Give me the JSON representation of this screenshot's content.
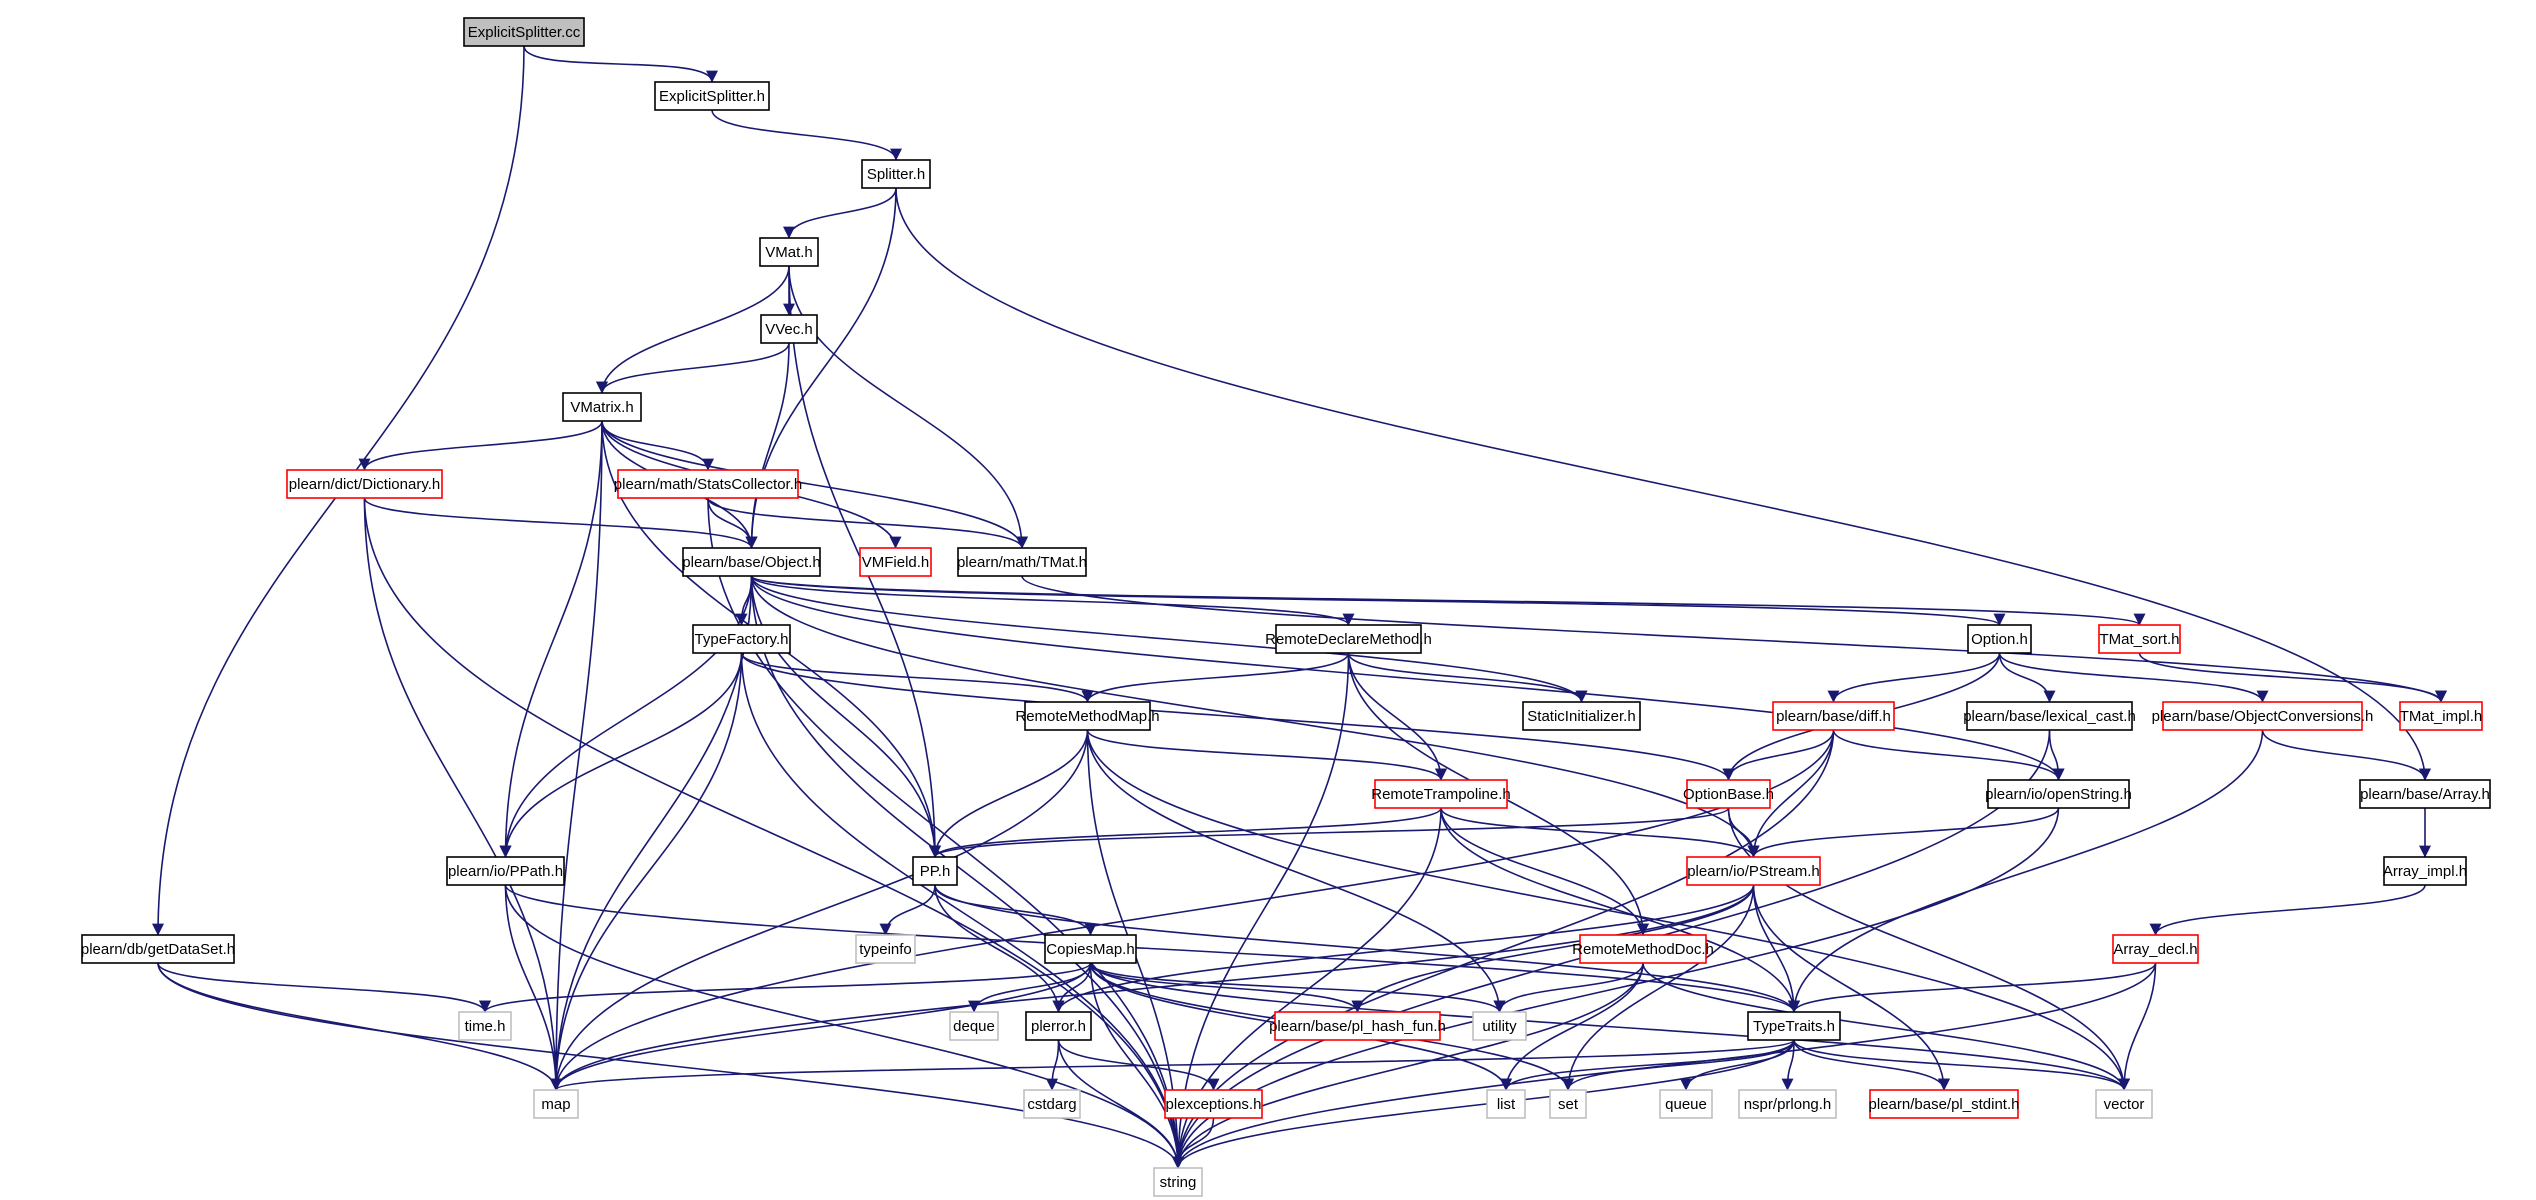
{
  "colors": {
    "root_fill": "#bfbfbf",
    "normal_border": "#000000",
    "truncated_border": "#ff0000",
    "system_border": "#bfbfbf",
    "edge": "#191970",
    "background": "#ffffff"
  },
  "nodes": [
    {
      "id": "explicitsplitter-cc",
      "label": "ExplicitSplitter.cc",
      "kind": "root"
    },
    {
      "id": "explicitsplitter-h",
      "label": "ExplicitSplitter.h",
      "kind": "normal"
    },
    {
      "id": "splitter-h",
      "label": "Splitter.h",
      "kind": "normal"
    },
    {
      "id": "vmat-h",
      "label": "VMat.h",
      "kind": "normal"
    },
    {
      "id": "vvec-h",
      "label": "VVec.h",
      "kind": "normal"
    },
    {
      "id": "vmatrix-h",
      "label": "VMatrix.h",
      "kind": "normal"
    },
    {
      "id": "dictionary-h",
      "label": "plearn/dict/Dictionary.h",
      "kind": "truncated"
    },
    {
      "id": "statscollector-h",
      "label": "plearn/math/StatsCollector.h",
      "kind": "truncated"
    },
    {
      "id": "object-h",
      "label": "plearn/base/Object.h",
      "kind": "normal"
    },
    {
      "id": "vmfield-h",
      "label": "VMField.h",
      "kind": "truncated"
    },
    {
      "id": "tmat-h",
      "label": "plearn/math/TMat.h",
      "kind": "normal"
    },
    {
      "id": "typefactory-h",
      "label": "TypeFactory.h",
      "kind": "normal"
    },
    {
      "id": "remotedeclaremethod-h",
      "label": "RemoteDeclareMethod.h",
      "kind": "normal"
    },
    {
      "id": "option-h",
      "label": "Option.h",
      "kind": "normal"
    },
    {
      "id": "tmat-sort-h",
      "label": "TMat_sort.h",
      "kind": "truncated"
    },
    {
      "id": "tmat-impl-h",
      "label": "TMat_impl.h",
      "kind": "truncated"
    },
    {
      "id": "remotemethodmap-h",
      "label": "RemoteMethodMap.h",
      "kind": "normal"
    },
    {
      "id": "staticinitializer-h",
      "label": "StaticInitializer.h",
      "kind": "normal"
    },
    {
      "id": "diff-h",
      "label": "plearn/base/diff.h",
      "kind": "truncated"
    },
    {
      "id": "lexical-cast-h",
      "label": "plearn/base/lexical_cast.h",
      "kind": "normal"
    },
    {
      "id": "objectconversions-h",
      "label": "plearn/base/ObjectConversions.h",
      "kind": "truncated"
    },
    {
      "id": "array-h",
      "label": "plearn/base/Array.h",
      "kind": "normal"
    },
    {
      "id": "remotetrampoline-h",
      "label": "RemoteTrampoline.h",
      "kind": "truncated"
    },
    {
      "id": "optionbase-h",
      "label": "OptionBase.h",
      "kind": "truncated"
    },
    {
      "id": "openstring-h",
      "label": "plearn/io/openString.h",
      "kind": "normal"
    },
    {
      "id": "array-impl-h",
      "label": "Array_impl.h",
      "kind": "normal"
    },
    {
      "id": "ppath-h",
      "label": "plearn/io/PPath.h",
      "kind": "normal"
    },
    {
      "id": "pp-h",
      "label": "PP.h",
      "kind": "normal"
    },
    {
      "id": "pstream-h",
      "label": "plearn/io/PStream.h",
      "kind": "truncated"
    },
    {
      "id": "array-decl-h",
      "label": "Array_decl.h",
      "kind": "truncated"
    },
    {
      "id": "getdataset-h",
      "label": "plearn/db/getDataSet.h",
      "kind": "normal"
    },
    {
      "id": "typeinfo",
      "label": "typeinfo",
      "kind": "system"
    },
    {
      "id": "copiesmap-h",
      "label": "CopiesMap.h",
      "kind": "normal"
    },
    {
      "id": "remotemethoddoc-h",
      "label": "RemoteMethodDoc.h",
      "kind": "truncated"
    },
    {
      "id": "time-h",
      "label": "time.h",
      "kind": "system"
    },
    {
      "id": "deque",
      "label": "deque",
      "kind": "system"
    },
    {
      "id": "plerror-h",
      "label": "plerror.h",
      "kind": "normal"
    },
    {
      "id": "pl-hash-fun-h",
      "label": "plearn/base/pl_hash_fun.h",
      "kind": "truncated"
    },
    {
      "id": "utility",
      "label": "utility",
      "kind": "system"
    },
    {
      "id": "typetraits-h",
      "label": "TypeTraits.h",
      "kind": "normal"
    },
    {
      "id": "map",
      "label": "map",
      "kind": "system"
    },
    {
      "id": "cstdarg",
      "label": "cstdarg",
      "kind": "system"
    },
    {
      "id": "plexceptions-h",
      "label": "plexceptions.h",
      "kind": "truncated"
    },
    {
      "id": "list",
      "label": "list",
      "kind": "system"
    },
    {
      "id": "set",
      "label": "set",
      "kind": "system"
    },
    {
      "id": "queue",
      "label": "queue",
      "kind": "system"
    },
    {
      "id": "prlong-h",
      "label": "nspr/prlong.h",
      "kind": "system"
    },
    {
      "id": "pl-stdint-h",
      "label": "plearn/base/pl_stdint.h",
      "kind": "truncated"
    },
    {
      "id": "vector",
      "label": "vector",
      "kind": "system"
    },
    {
      "id": "string",
      "label": "string",
      "kind": "system"
    }
  ],
  "edges": [
    [
      "explicitsplitter-cc",
      "explicitsplitter-h"
    ],
    [
      "explicitsplitter-cc",
      "getdataset-h"
    ],
    [
      "explicitsplitter-h",
      "splitter-h"
    ],
    [
      "splitter-h",
      "vmat-h"
    ],
    [
      "splitter-h",
      "object-h"
    ],
    [
      "splitter-h",
      "array-h"
    ],
    [
      "vmat-h",
      "vvec-h"
    ],
    [
      "vmat-h",
      "vmatrix-h"
    ],
    [
      "vmat-h",
      "tmat-h"
    ],
    [
      "vmat-h",
      "pp-h"
    ],
    [
      "vvec-h",
      "vmatrix-h"
    ],
    [
      "vvec-h",
      "object-h"
    ],
    [
      "vmatrix-h",
      "dictionary-h"
    ],
    [
      "vmatrix-h",
      "statscollector-h"
    ],
    [
      "vmatrix-h",
      "object-h"
    ],
    [
      "vmatrix-h",
      "vmfield-h"
    ],
    [
      "vmatrix-h",
      "tmat-h"
    ],
    [
      "vmatrix-h",
      "ppath-h"
    ],
    [
      "vmatrix-h",
      "pp-h"
    ],
    [
      "vmatrix-h",
      "map"
    ],
    [
      "dictionary-h",
      "object-h"
    ],
    [
      "dictionary-h",
      "map"
    ],
    [
      "dictionary-h",
      "string"
    ],
    [
      "statscollector-h",
      "object-h"
    ],
    [
      "statscollector-h",
      "tmat-h"
    ],
    [
      "statscollector-h",
      "string"
    ],
    [
      "object-h",
      "typefactory-h"
    ],
    [
      "object-h",
      "remotedeclaremethod-h"
    ],
    [
      "object-h",
      "option-h"
    ],
    [
      "object-h",
      "tmat-sort-h"
    ],
    [
      "object-h",
      "staticinitializer-h"
    ],
    [
      "object-h",
      "openstring-h"
    ],
    [
      "object-h",
      "pstream-h"
    ],
    [
      "object-h",
      "ppath-h"
    ],
    [
      "object-h",
      "pp-h"
    ],
    [
      "object-h",
      "map"
    ],
    [
      "object-h",
      "string"
    ],
    [
      "tmat-h",
      "tmat-impl-h"
    ],
    [
      "tmat-sort-h",
      "tmat-impl-h"
    ],
    [
      "typefactory-h",
      "remotemethodmap-h"
    ],
    [
      "typefactory-h",
      "optionbase-h"
    ],
    [
      "typefactory-h",
      "ppath-h"
    ],
    [
      "typefactory-h",
      "map"
    ],
    [
      "typefactory-h",
      "string"
    ],
    [
      "remotedeclaremethod-h",
      "remotemethodmap-h"
    ],
    [
      "remotedeclaremethod-h",
      "staticinitializer-h"
    ],
    [
      "remotedeclaremethod-h",
      "remotetrampoline-h"
    ],
    [
      "remotedeclaremethod-h",
      "remotemethoddoc-h"
    ],
    [
      "remotedeclaremethod-h",
      "string"
    ],
    [
      "option-h",
      "diff-h"
    ],
    [
      "option-h",
      "lexical-cast-h"
    ],
    [
      "option-h",
      "objectconversions-h"
    ],
    [
      "option-h",
      "optionbase-h"
    ],
    [
      "remotemethodmap-h",
      "remotetrampoline-h"
    ],
    [
      "remotemethodmap-h",
      "pp-h"
    ],
    [
      "remotemethodmap-h",
      "map"
    ],
    [
      "remotemethodmap-h",
      "string"
    ],
    [
      "remotemethodmap-h",
      "utility"
    ],
    [
      "remotemethodmap-h",
      "vector"
    ],
    [
      "diff-h",
      "optionbase-h"
    ],
    [
      "diff-h",
      "openstring-h"
    ],
    [
      "diff-h",
      "pstream-h"
    ],
    [
      "diff-h",
      "map"
    ],
    [
      "diff-h",
      "string"
    ],
    [
      "lexical-cast-h",
      "openstring-h"
    ],
    [
      "lexical-cast-h",
      "string"
    ],
    [
      "objectconversions-h",
      "array-h"
    ],
    [
      "objectconversions-h",
      "typetraits-h"
    ],
    [
      "array-h",
      "array-impl-h"
    ],
    [
      "array-impl-h",
      "array-decl-h"
    ],
    [
      "remotetrampoline-h",
      "pp-h"
    ],
    [
      "remotetrampoline-h",
      "pstream-h"
    ],
    [
      "remotetrampoline-h",
      "remotemethoddoc-h"
    ],
    [
      "remotetrampoline-h",
      "typetraits-h"
    ],
    [
      "remotetrampoline-h",
      "string"
    ],
    [
      "optionbase-h",
      "pp-h"
    ],
    [
      "optionbase-h",
      "pstream-h"
    ],
    [
      "optionbase-h",
      "vector"
    ],
    [
      "openstring-h",
      "pstream-h"
    ],
    [
      "openstring-h",
      "string"
    ],
    [
      "ppath-h",
      "map"
    ],
    [
      "ppath-h",
      "string"
    ],
    [
      "ppath-h",
      "typetraits-h"
    ],
    [
      "pp-h",
      "typeinfo"
    ],
    [
      "pp-h",
      "copiesmap-h"
    ],
    [
      "pp-h",
      "plerror-h"
    ],
    [
      "pp-h",
      "typetraits-h"
    ],
    [
      "pstream-h",
      "plerror-h"
    ],
    [
      "pstream-h",
      "pl-hash-fun-h"
    ],
    [
      "pstream-h",
      "typetraits-h"
    ],
    [
      "pstream-h",
      "pl-stdint-h"
    ],
    [
      "pstream-h",
      "map"
    ],
    [
      "pstream-h",
      "set"
    ],
    [
      "array-decl-h",
      "typetraits-h"
    ],
    [
      "array-decl-h",
      "vector"
    ],
    [
      "array-decl-h",
      "string"
    ],
    [
      "getdataset-h",
      "time-h"
    ],
    [
      "getdataset-h",
      "map"
    ],
    [
      "getdataset-h",
      "string"
    ],
    [
      "copiesmap-h",
      "time-h"
    ],
    [
      "copiesmap-h",
      "deque"
    ],
    [
      "copiesmap-h",
      "plerror-h"
    ],
    [
      "copiesmap-h",
      "pl-hash-fun-h"
    ],
    [
      "copiesmap-h",
      "utility"
    ],
    [
      "copiesmap-h",
      "map"
    ],
    [
      "copiesmap-h",
      "list"
    ],
    [
      "copiesmap-h",
      "set"
    ],
    [
      "copiesmap-h",
      "vector"
    ],
    [
      "copiesmap-h",
      "string"
    ],
    [
      "remotemethoddoc-h",
      "utility"
    ],
    [
      "remotemethoddoc-h",
      "list"
    ],
    [
      "remotemethoddoc-h",
      "vector"
    ],
    [
      "remotemethoddoc-h",
      "string"
    ],
    [
      "plerror-h",
      "cstdarg"
    ],
    [
      "plerror-h",
      "plexceptions-h"
    ],
    [
      "plerror-h",
      "string"
    ],
    [
      "plexceptions-h",
      "string"
    ],
    [
      "typetraits-h",
      "map"
    ],
    [
      "typetraits-h",
      "list"
    ],
    [
      "typetraits-h",
      "set"
    ],
    [
      "typetraits-h",
      "queue"
    ],
    [
      "typetraits-h",
      "prlong-h"
    ],
    [
      "typetraits-h",
      "pl-stdint-h"
    ],
    [
      "typetraits-h",
      "vector"
    ],
    [
      "typetraits-h",
      "string"
    ]
  ]
}
